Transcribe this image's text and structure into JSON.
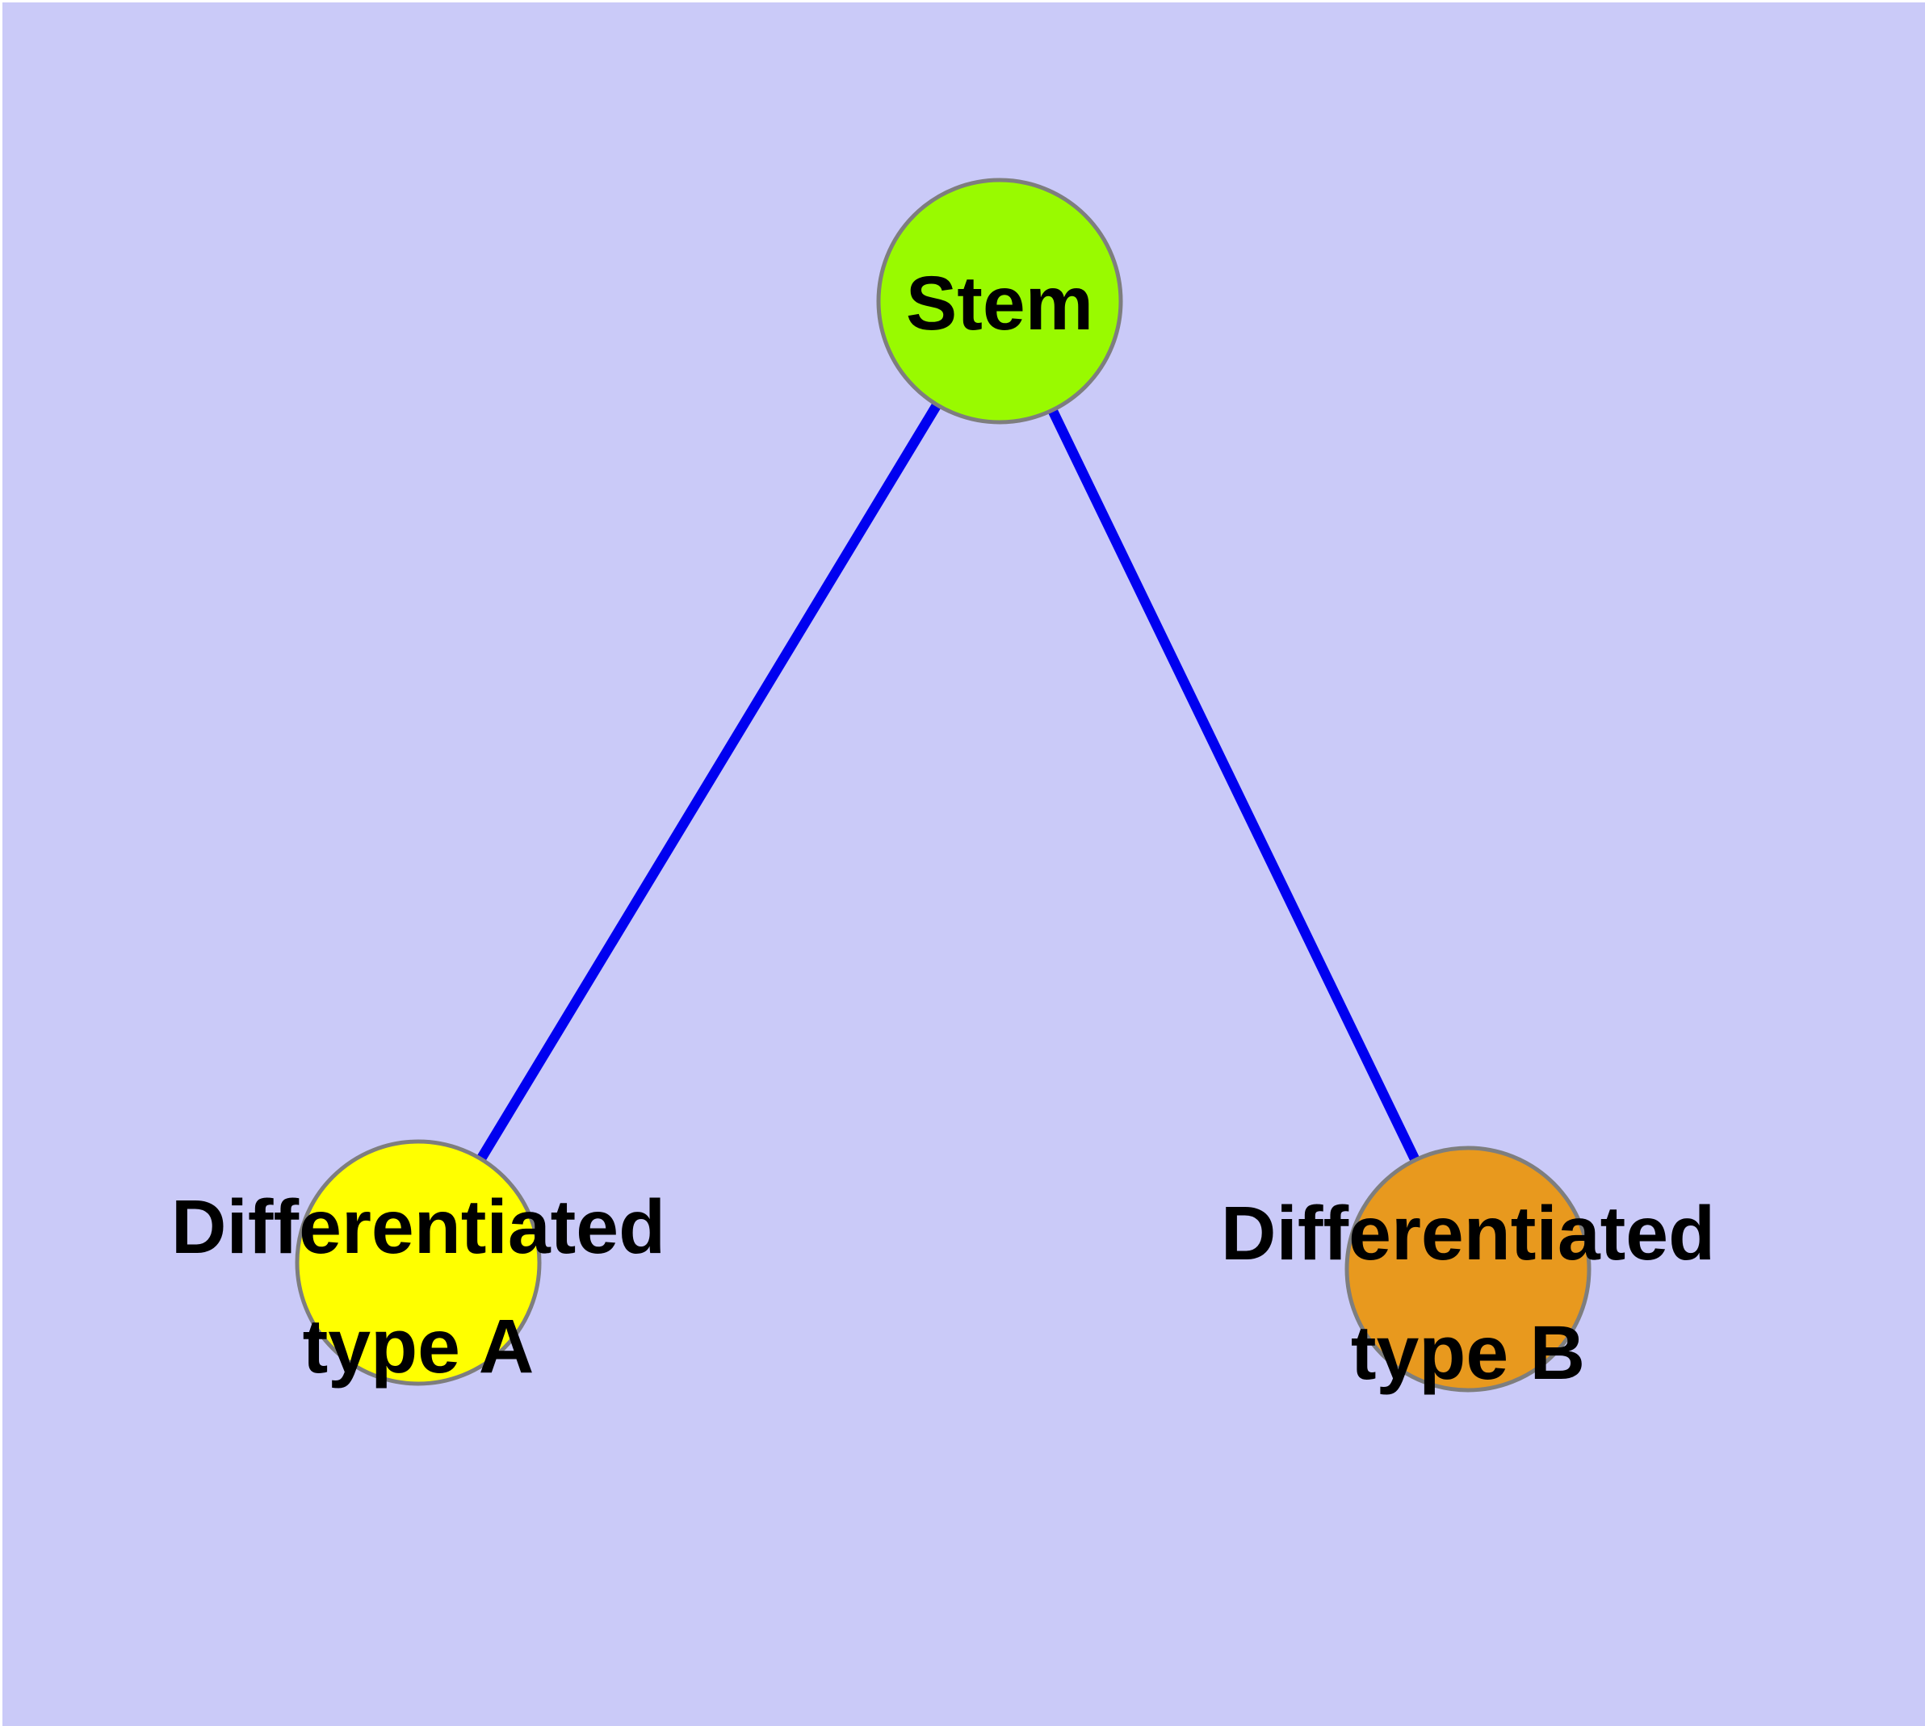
{
  "diagram": {
    "type": "node-link-graph",
    "background_color": "#CACAF8",
    "node_border_color": "#7E7E7E",
    "nodes": {
      "stem": {
        "label": "Stem",
        "fill": "#99FA00"
      },
      "type_a": {
        "label": "Differentiated type A",
        "label_line1": "Differentiated",
        "label_line2": "type A",
        "fill": "#FFFF00"
      },
      "type_b": {
        "label": "Differentiated type B",
        "label_line1": "Differentiated",
        "label_line2": "type B",
        "fill": "#E8991E"
      }
    },
    "edges": {
      "color": "#0000F0",
      "items": [
        {
          "from": "Stem",
          "to": "Differentiated type A"
        },
        {
          "from": "Stem",
          "to": "Differentiated type B"
        }
      ]
    }
  }
}
